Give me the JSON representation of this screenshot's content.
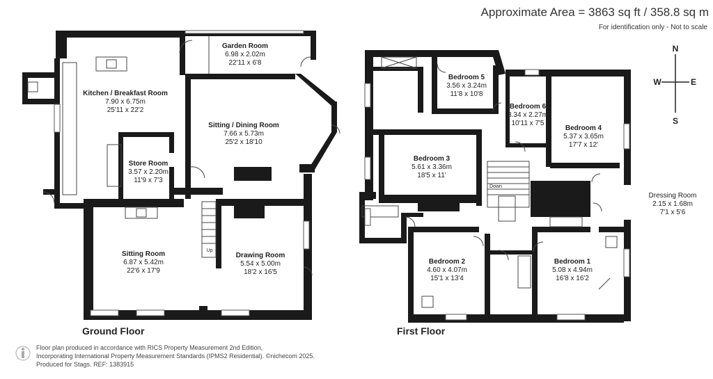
{
  "header": {
    "area": "Approximate Area = 3863 sq ft / 358.8 sq m",
    "identification": "For identification only - Not to scale"
  },
  "compass": {
    "n": "N",
    "s": "S",
    "e": "E",
    "w": "W"
  },
  "floors": {
    "ground": "Ground Floor",
    "first": "First Floor"
  },
  "rooms": {
    "garden_room": {
      "name": "Garden Room",
      "metric": "6.98 x 2.02m",
      "imperial": "22'11 x 6'8"
    },
    "kitchen": {
      "name": "Kitchen / Breakfast Room",
      "metric": "7.90 x 6.75m",
      "imperial": "25'11 x 22'2"
    },
    "sitting_dining": {
      "name": "Sitting / Dining Room",
      "metric": "7.66 x 5.73m",
      "imperial": "25'2 x 18'10"
    },
    "store": {
      "name": "Store Room",
      "metric": "3.57 x 2.20m",
      "imperial": "11'9 x 7'3"
    },
    "sitting": {
      "name": "Sitting Room",
      "metric": "6.87 x 5.42m",
      "imperial": "22'6 x 17'9"
    },
    "drawing": {
      "name": "Drawing Room",
      "metric": "5.54 x 5.00m",
      "imperial": "18'2 x 16'5"
    },
    "bedroom5": {
      "name": "Bedroom 5",
      "metric": "3.56 x 3.24m",
      "imperial": "11'8 x 10'8"
    },
    "bedroom6": {
      "name": "Bedroom 6",
      "metric": "3.34 x 2.27m",
      "imperial": "10'11 x 7'5"
    },
    "bedroom4": {
      "name": "Bedroom 4",
      "metric": "5.37 x 3.65m",
      "imperial": "17'7 x 12'"
    },
    "bedroom3": {
      "name": "Bedroom 3",
      "metric": "5.61 x 3.36m",
      "imperial": "18'5 x 11'"
    },
    "dressing": {
      "name": "Dressing Room",
      "metric": "2.15 x 1.68m",
      "imperial": "7'1 x 5'6"
    },
    "bedroom2": {
      "name": "Bedroom 2",
      "metric": "4.60 x 4.07m",
      "imperial": "15'1 x 13'4"
    },
    "bedroom1": {
      "name": "Bedroom 1",
      "metric": "5.08 x 4.94m",
      "imperial": "16'8 x 16'2"
    }
  },
  "stairs": {
    "up": "Up",
    "down": "Down"
  },
  "footer": {
    "line1": "Floor plan produced in accordance with RICS Property Measurement 2nd Edition,",
    "line2": "Incorporating International Property Measurement Standards (IPMS2 Residential).",
    "copyright": "©nichecom 2025.",
    "line3": "Produced for Stags.",
    "ref": "REF: 1383915"
  },
  "colors": {
    "wall": "#1a1a1a",
    "text": "#222222",
    "fixture": "#444444"
  }
}
